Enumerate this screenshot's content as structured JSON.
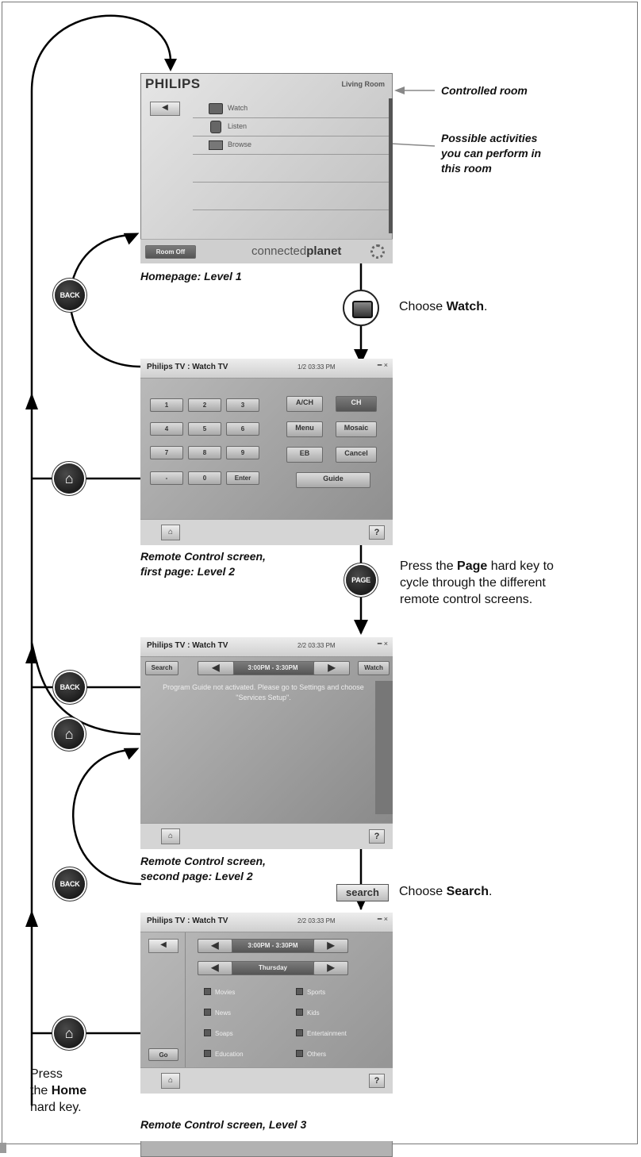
{
  "home_screen": {
    "brand": "PHILIPS",
    "room": "Living Room",
    "activities": [
      "Watch",
      "Listen",
      "Browse"
    ],
    "room_off_label": "Room Off",
    "footer_brand_light": "connected",
    "footer_brand_bold": "planet"
  },
  "remote1": {
    "title": "Philips TV : Watch TV",
    "time": "1/2   03:33 PM",
    "keypad": [
      "1",
      "2",
      "3",
      "4",
      "5",
      "6",
      "7",
      "8",
      "9",
      "-",
      "0",
      "Enter"
    ],
    "side": [
      "A/CH",
      "CH",
      "Menu",
      "Mosaic",
      "EB",
      "Cancel"
    ],
    "guide": "Guide"
  },
  "remote2": {
    "title": "Philips TV : Watch TV",
    "time": "2/2   03:33 PM",
    "search": "Search",
    "range": "3:00PM - 3:30PM",
    "watch": "Watch",
    "message": "Program Guide not activated. Please go to Settings and choose \"Services Setup\"."
  },
  "remote3": {
    "title": "Philips TV : Watch TV",
    "time": "2/2   03:33 PM",
    "range": "3:00PM - 3:30PM",
    "day": "Thursday",
    "categories": [
      "Movies",
      "Sports",
      "News",
      "Kids",
      "Soaps",
      "Entertainment",
      "Education",
      "Others"
    ],
    "go": "Go"
  },
  "annotations": {
    "controlled_room": "Controlled room",
    "activities_line1": "Possible activities",
    "activities_line2": "you can perform in",
    "activities_line3": "this room"
  },
  "captions": {
    "home": "Homepage: Level 1",
    "r1_line1": "Remote Control screen,",
    "r1_line2": "first page: Level 2",
    "r2_line1": "Remote Control screen,",
    "r2_line2": "second page: Level 2",
    "r3": "Remote Control screen, Level 3"
  },
  "notes": {
    "choose": "Choose",
    "watch": "Watch",
    "period": ".",
    "search": "Search",
    "press_the": "Press the",
    "page": "Page",
    "page_rest": "hard key to",
    "page_line2": "cycle through the different",
    "page_line3": "remote control screens.",
    "press": "Press",
    "the": "the",
    "home": "Home",
    "hard_key": "hard key."
  },
  "hard_keys": {
    "back": "BACK",
    "page": "PAGE"
  },
  "search_key_label": "search",
  "icons": [
    "home-icon",
    "tv-icon",
    "book-icon",
    "help-icon",
    "left-arrow-icon",
    "right-arrow-icon",
    "gear-icon"
  ]
}
